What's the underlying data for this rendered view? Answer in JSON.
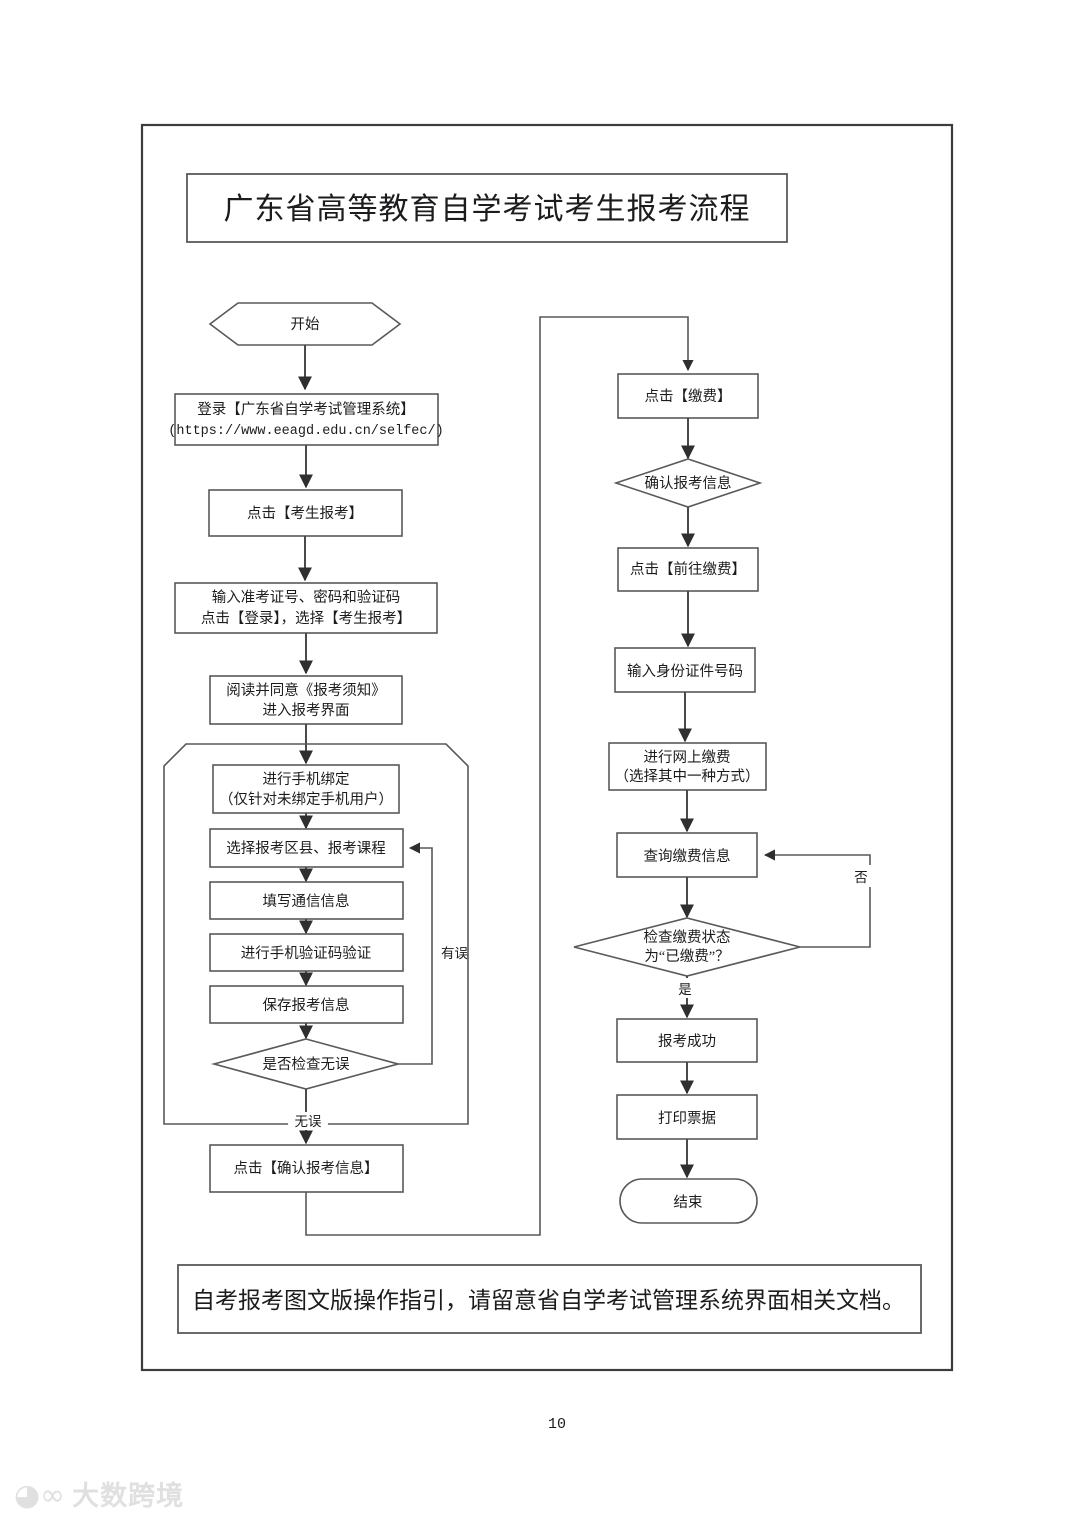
{
  "document": {
    "title": "广东省高等教育自学考试考生报考流程",
    "footer_note": "自考报考图文版操作指引，请留意省自学考试管理系统界面相关文档。",
    "page_number": "10",
    "watermark": "大数跨境",
    "border_color": "#3c3c3c",
    "node_stroke_color": "#59595b",
    "text_color": "#1c1c1e"
  },
  "chart_data": {
    "type": "diagram",
    "diagram_kind": "flowchart",
    "title": "广东省高等教育自学考试考生报考流程",
    "columns": [
      "left",
      "right"
    ],
    "nodes": [
      {
        "id": "start",
        "shape": "hexagon",
        "column": "left",
        "lines": [
          "开始"
        ]
      },
      {
        "id": "login",
        "shape": "rect",
        "column": "left",
        "lines": [
          "登录【广东省自学考试管理系统】",
          "(https://www.eeagd.edu.cn/selfec/)"
        ]
      },
      {
        "id": "click-exam",
        "shape": "rect",
        "column": "left",
        "lines": [
          "点击【考生报考】"
        ]
      },
      {
        "id": "enter-cred",
        "shape": "rect",
        "column": "left",
        "lines": [
          "输入准考证号、密码和验证码",
          "点击【登录】，选择【考生报考】"
        ]
      },
      {
        "id": "read-notice",
        "shape": "rect",
        "column": "left",
        "lines": [
          "阅读并同意《报考须知》",
          "进入报考界面"
        ]
      },
      {
        "id": "bind-phone",
        "shape": "rect",
        "column": "left",
        "lines": [
          "进行手机绑定",
          "（仅针对未绑定手机用户）"
        ]
      },
      {
        "id": "select-area",
        "shape": "rect",
        "column": "left",
        "lines": [
          "选择报考区县、报考课程"
        ]
      },
      {
        "id": "fill-contact",
        "shape": "rect",
        "column": "left",
        "lines": [
          "填写通信信息"
        ]
      },
      {
        "id": "verify-sms",
        "shape": "rect",
        "column": "left",
        "lines": [
          "进行手机验证码验证"
        ]
      },
      {
        "id": "save-info",
        "shape": "rect",
        "column": "left",
        "lines": [
          "保存报考信息"
        ]
      },
      {
        "id": "check-ok",
        "shape": "diamond",
        "column": "left",
        "lines": [
          "是否检查无误"
        ]
      },
      {
        "id": "confirm-info",
        "shape": "rect",
        "column": "left",
        "lines": [
          "点击【确认报考信息】"
        ]
      },
      {
        "id": "click-pay",
        "shape": "rect",
        "column": "right",
        "lines": [
          "点击【缴费】"
        ]
      },
      {
        "id": "confirm-reg",
        "shape": "diamond",
        "column": "right",
        "lines": [
          "确认报考信息"
        ]
      },
      {
        "id": "goto-pay",
        "shape": "rect",
        "column": "right",
        "lines": [
          "点击【前往缴费】"
        ]
      },
      {
        "id": "enter-id",
        "shape": "rect",
        "column": "right",
        "lines": [
          "输入身份证件号码"
        ]
      },
      {
        "id": "online-pay",
        "shape": "rect",
        "column": "right",
        "lines": [
          "进行网上缴费",
          "（选择其中一种方式）"
        ]
      },
      {
        "id": "query-pay",
        "shape": "rect",
        "column": "right",
        "lines": [
          "查询缴费信息"
        ]
      },
      {
        "id": "check-paid",
        "shape": "diamond",
        "column": "right",
        "lines": [
          "检查缴费状态",
          "为“已缴费”？"
        ]
      },
      {
        "id": "success",
        "shape": "rect",
        "column": "right",
        "lines": [
          "报考成功"
        ]
      },
      {
        "id": "print",
        "shape": "rect",
        "column": "right",
        "lines": [
          "打印票据"
        ]
      },
      {
        "id": "end",
        "shape": "stadium",
        "column": "right",
        "lines": [
          "结束"
        ]
      }
    ],
    "edge_labels": [
      {
        "id": "err",
        "text": "有误",
        "from": "check-ok",
        "to": "select-area"
      },
      {
        "id": "no-err",
        "text": "无误",
        "from": "check-ok",
        "to": "confirm-info"
      },
      {
        "id": "no",
        "text": "否",
        "from": "check-paid",
        "to": "query-pay"
      },
      {
        "id": "yes",
        "text": "是",
        "from": "check-paid",
        "to": "success"
      }
    ],
    "group_bracket": {
      "label": "",
      "contains": [
        "bind-phone",
        "select-area",
        "fill-contact",
        "verify-sms",
        "save-info",
        "check-ok"
      ]
    }
  }
}
